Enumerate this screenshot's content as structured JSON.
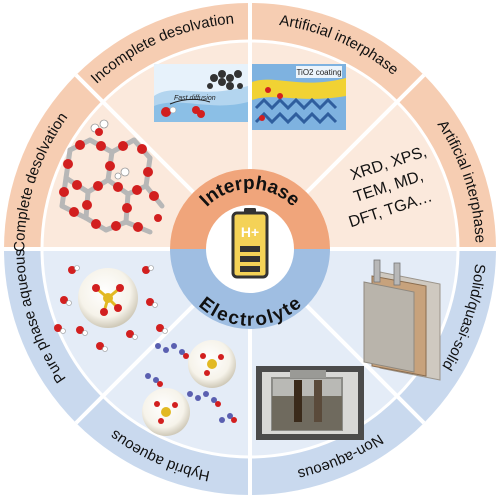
{
  "center": {
    "battery_label": "H+",
    "top_label": "Interphase",
    "bottom_label": "Electrolyte"
  },
  "interphase_segments": [
    {
      "label": "Complete desolvation"
    },
    {
      "label": "Incomplete desolvation",
      "inset_caption": "Fast diffusion"
    },
    {
      "label": "Artificial interphase",
      "inset_caption": "TiO2 coating"
    },
    {
      "label": "Artificial interphase",
      "techniques": [
        "XRD, XPS,",
        "TEM, MD,",
        "DFT, TGA…"
      ]
    }
  ],
  "electrolyte_segments": [
    {
      "label": "Pure phase aqueous"
    },
    {
      "label": "Hybrid aqueous"
    },
    {
      "label": "Non-aqueous"
    },
    {
      "label": "Solid/quasi-solid"
    }
  ],
  "colors": {
    "interphase_rim": "#f6cdb2",
    "interphase_inner": "#fbe9dc",
    "interphase_hub": "#f0a57b",
    "electrolyte_rim": "#c9d9ee",
    "electrolyte_inner": "#e4ecf7",
    "electrolyte_hub": "#9fbee2",
    "battery_fill": "#f4d257"
  }
}
